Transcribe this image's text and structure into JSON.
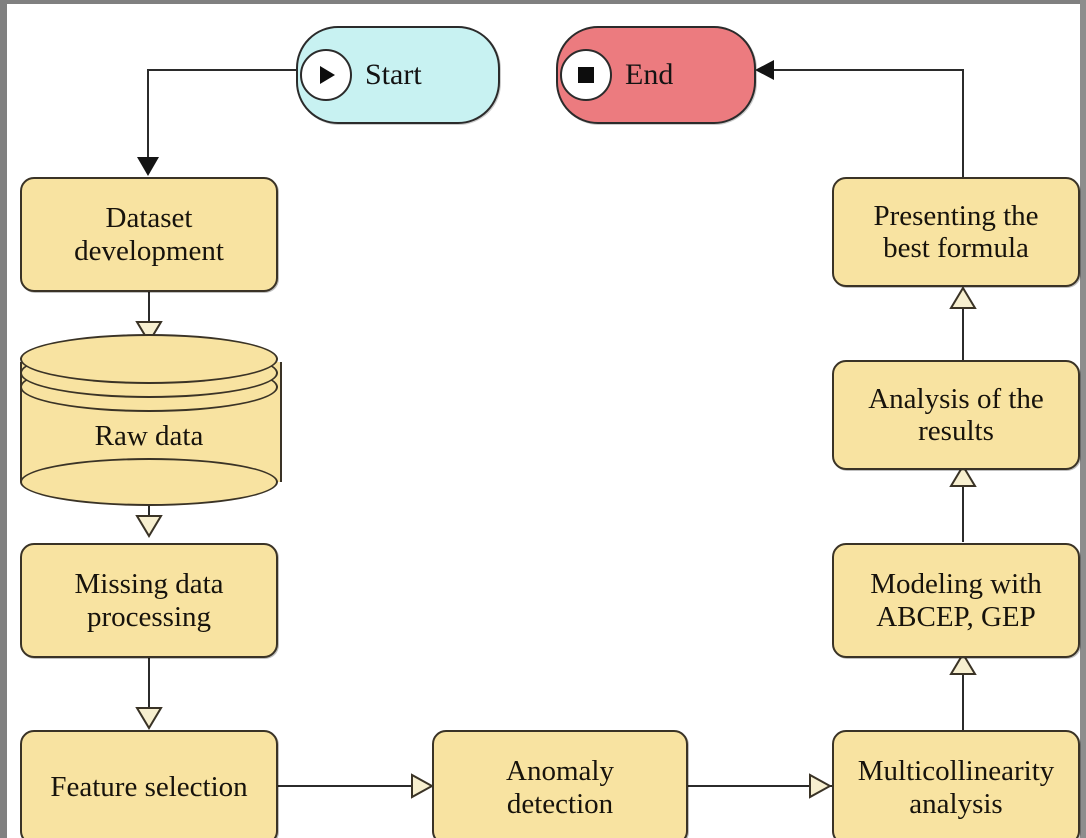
{
  "figure": {
    "type": "flowchart",
    "title_fragment_cropped": "——————",
    "colors": {
      "process_fill": "#F8E3A1",
      "process_stroke": "#3A3326",
      "start_fill": "#C8F2F2",
      "end_fill": "#EC7B7F",
      "terminal_stroke": "#2B2B2B",
      "connector": "#2B2B2B",
      "page_frame": "#808080"
    }
  },
  "terminals": {
    "start": {
      "label": "Start",
      "icon": "play-triangle-icon"
    },
    "end": {
      "label": "End",
      "icon": "stop-square-icon"
    }
  },
  "nodes": {
    "dataset_development": {
      "label": "Dataset development",
      "line1": "Dataset",
      "line2": "development",
      "shape": "rounded-rect"
    },
    "raw_data": {
      "label": "Raw data",
      "shape": "cylinder"
    },
    "missing_data_processing": {
      "label": "Missing data processing",
      "line1": "Missing data",
      "line2": "processing",
      "shape": "rounded-rect"
    },
    "feature_selection": {
      "label": "Feature selection",
      "line1": "Feature selection",
      "line2": "",
      "shape": "rounded-rect"
    },
    "anomaly_detection": {
      "label": "Anomaly detection",
      "line1": "Anomaly",
      "line2": "detection",
      "shape": "rounded-rect"
    },
    "multicollinearity_analysis": {
      "label": "Multicollinearity analysis",
      "line1": "Multicollinearity",
      "line2": "analysis",
      "shape": "rounded-rect"
    },
    "modeling": {
      "label": "Modeling with ABCEP, GEP",
      "line1": "Modeling with",
      "line2": "ABCEP, GEP",
      "shape": "rounded-rect"
    },
    "analysis_results": {
      "label": "Analysis of the results",
      "line1": "Analysis of the",
      "line2": "results",
      "shape": "rounded-rect"
    },
    "presenting_best_formula": {
      "label": "Presenting the best formula",
      "line1": "Presenting the",
      "line2": "best formula",
      "shape": "rounded-rect"
    }
  },
  "edges": [
    {
      "from": "start",
      "to": "dataset_development",
      "arrow": "solid-filled",
      "direction": "down"
    },
    {
      "from": "dataset_development",
      "to": "raw_data",
      "arrow": "open-triangle",
      "direction": "down"
    },
    {
      "from": "raw_data",
      "to": "missing_data_processing",
      "arrow": "open-triangle",
      "direction": "down"
    },
    {
      "from": "missing_data_processing",
      "to": "feature_selection",
      "arrow": "open-triangle",
      "direction": "down"
    },
    {
      "from": "feature_selection",
      "to": "anomaly_detection",
      "arrow": "open-triangle",
      "direction": "right"
    },
    {
      "from": "anomaly_detection",
      "to": "multicollinearity_analysis",
      "arrow": "open-triangle",
      "direction": "right"
    },
    {
      "from": "multicollinearity_analysis",
      "to": "modeling",
      "arrow": "open-triangle",
      "direction": "up"
    },
    {
      "from": "modeling",
      "to": "analysis_results",
      "arrow": "open-triangle",
      "direction": "up"
    },
    {
      "from": "analysis_results",
      "to": "presenting_best_formula",
      "arrow": "open-triangle",
      "direction": "up"
    },
    {
      "from": "presenting_best_formula",
      "to": "end",
      "arrow": "solid-filled",
      "direction": "left"
    }
  ]
}
